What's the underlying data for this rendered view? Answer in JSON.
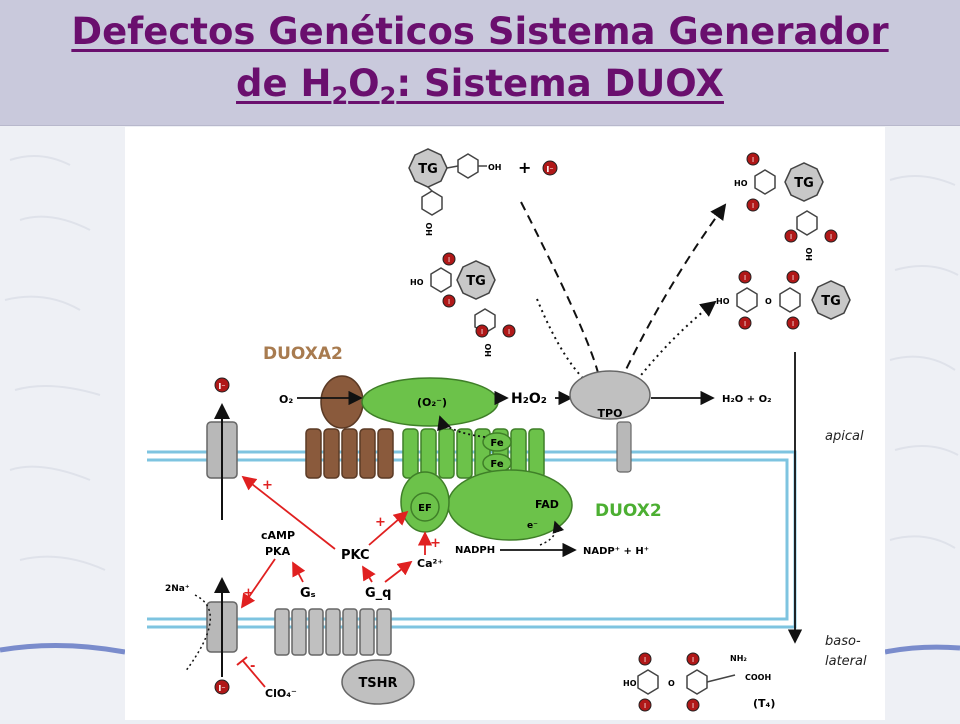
{
  "title": {
    "line1": "Defectos Genéticos Sistema Generador",
    "line2_prefix": "de H",
    "line2_sub1": "2",
    "line2_mid": "O",
    "line2_sub2": "2",
    "line2_suffix": ": Sistema DUOX"
  },
  "diagram": {
    "duoxa2": "DUOXA2",
    "duox2": "DUOX2",
    "o2": "O₂",
    "superoxide": "(O₂⁻)",
    "h2o2": "H₂O₂",
    "tpo": "TPO",
    "h2o_o2": "H₂O + O₂",
    "apical": "apical",
    "baso_1": "baso-",
    "baso_2": "lateral",
    "fe1": "Fe",
    "fe2": "Fe",
    "fad": "FAD",
    "electron": "e⁻",
    "ef": "EF",
    "nadph": "NADPH",
    "nadp": "NADP⁺ + H⁺",
    "camp": "cAMP",
    "pka": "PKA",
    "pkc": "PKC",
    "ca": "Ca²⁺",
    "gs": "Gₛ",
    "gq": "G_q",
    "tshr": "TSHR",
    "na": "2Na⁺",
    "clo4": "ClO₄⁻",
    "iodide": "I⁻",
    "iodine": "I",
    "tg": "TG",
    "oh": "OH",
    "ho": "HO",
    "plus": "+",
    "minus": "-",
    "nh2": "NH₂",
    "cooh": "COOH",
    "t4": "(T₄)",
    "o": "O"
  },
  "colors": {
    "title": "#6a0f6e",
    "duoxa2_label": "#a87b4f",
    "duox2_label": "#4caf32",
    "green": "#6cc24a",
    "brown": "#8a5a3c",
    "gray": "#b0b0b0",
    "membrane": "#7ec4e0",
    "red_arrow": "#e02020",
    "iodine": "#b01818"
  }
}
